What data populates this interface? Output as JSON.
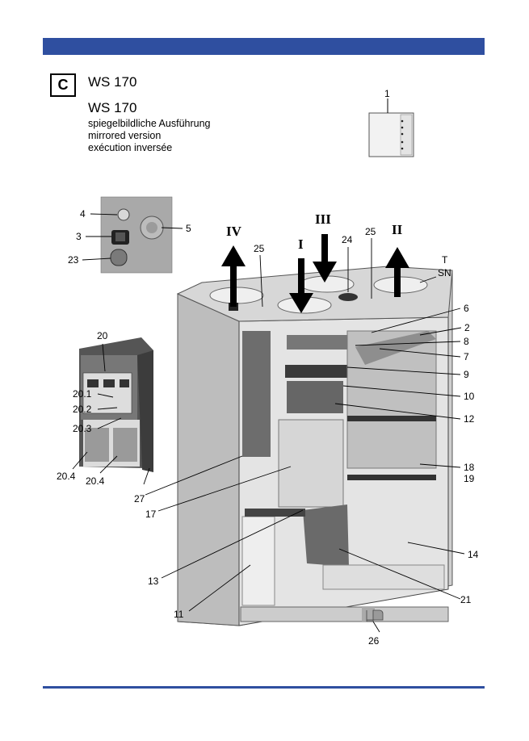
{
  "header": {
    "section_letter": "C"
  },
  "titles": {
    "model": "WS 170",
    "model_variant": "WS 170",
    "variant_de": "spiegelbildliche Ausführung",
    "variant_en": "mirrored version",
    "variant_fr": "exécution inversée"
  },
  "airflows": {
    "I": "I",
    "II": "II",
    "III": "III",
    "IV": "IV"
  },
  "callouts": {
    "c1": "1",
    "c2": "2",
    "c3": "3",
    "c4": "4",
    "c5": "5",
    "c6": "6",
    "c7": "7",
    "c8": "8",
    "c9": "9",
    "c10": "10",
    "c11": "11",
    "c12": "12",
    "c13": "13",
    "c14": "14",
    "c17": "17",
    "c18": "18",
    "c19": "19",
    "c20": "20",
    "c20_1": "20.1",
    "c20_2": "20.2",
    "c20_3": "20.3",
    "c20_4a": "20.4",
    "c20_4b": "20.4",
    "c21": "21",
    "c23": "23",
    "c24": "24",
    "c25a": "25",
    "c25b": "25",
    "c26": "26",
    "c27": "27",
    "cT": "T",
    "cSN": "SN"
  },
  "colors": {
    "brand_bar": "#2f4fa0",
    "unit_gray": "#c8c8c8",
    "dark_gray": "#555555"
  }
}
